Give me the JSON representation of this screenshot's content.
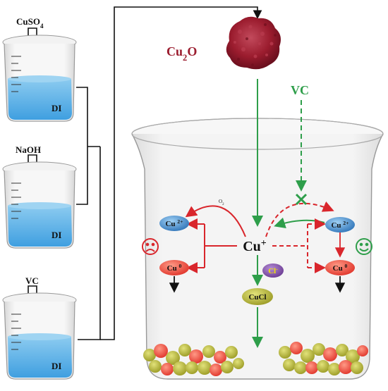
{
  "beakers": [
    {
      "reagent_label": "CuSO4",
      "water_label": "DI"
    },
    {
      "reagent_label": "NaOH",
      "water_label": "DI"
    },
    {
      "reagent_label": "VC",
      "water_label": "DI"
    }
  ],
  "product": {
    "label": "Cu2O"
  },
  "reductant_label": "VC",
  "center_species": "Cu+",
  "oxidant_label": "O2",
  "chloride_label": "Cl-",
  "precipitate_label": "CuCl",
  "left_path": {
    "ion_label": "Cu2+",
    "metal_label": "Cu0",
    "face": "sad-face-icon"
  },
  "right_path": {
    "ion_label": "Cu2+",
    "metal_label": "Cu0",
    "face": "happy-face-icon"
  },
  "colors": {
    "product": "#9b1c2e",
    "vc": "#2e9e4a",
    "path_red": "#d9262c",
    "ion_blue": "#3a7fc4",
    "cl_purple": "#7a4aa0",
    "cucl_olive": "#b5b53a",
    "water": "#5fb3e6"
  }
}
